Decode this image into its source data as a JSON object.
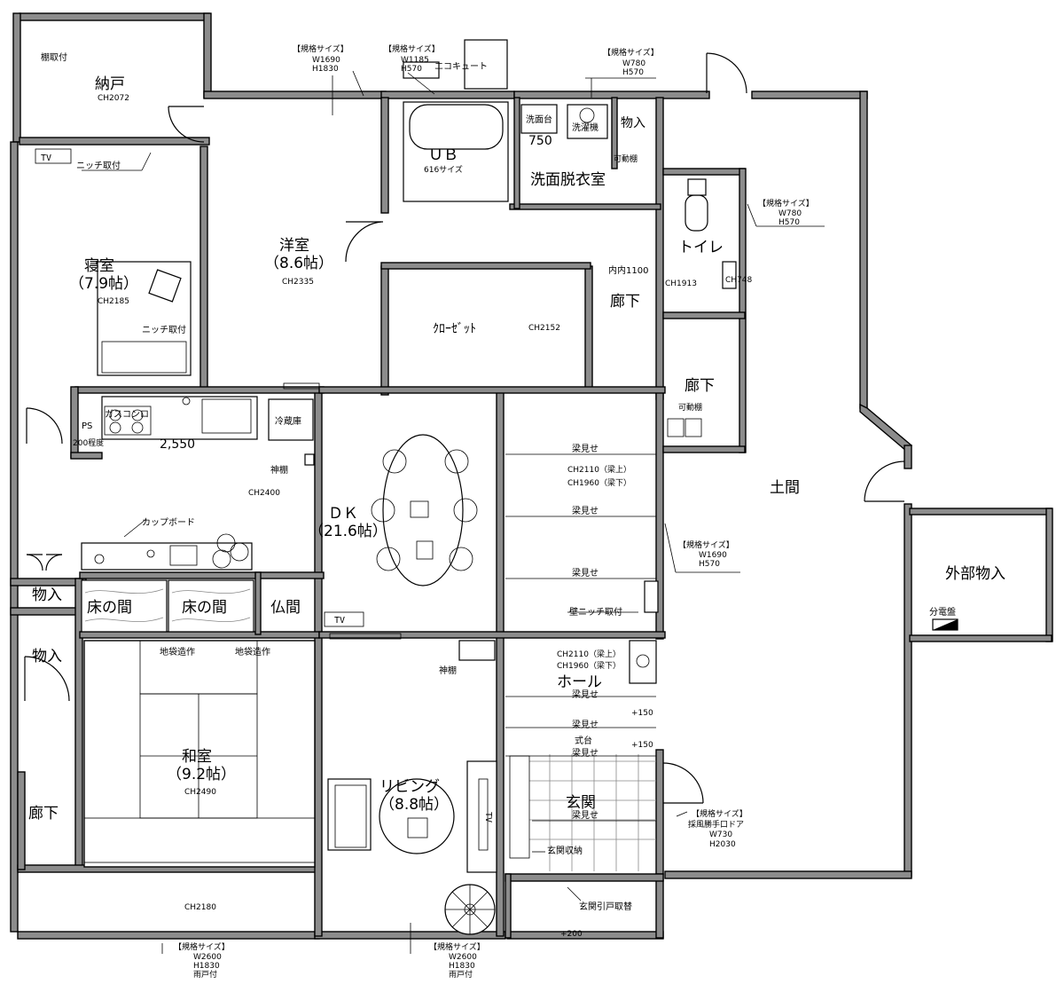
{
  "rooms": {
    "nando": "納戸",
    "nando_ch": "CH2072",
    "shindai": "寝室",
    "shindai_size": "（7.9帖）",
    "shindai_ch": "CH2185",
    "youshitsu": "洋室",
    "youshitsu_size": "（8.6帖）",
    "youshitsu_ch": "CH2335",
    "ub": "ＵＢ",
    "ub_size": "616サイズ",
    "senmen": "洗面脱衣室",
    "senmendai": "洗面台",
    "sentakuki": "洗濯機",
    "senmen_dim": "750",
    "monoire_top": "物入",
    "toilet": "トイレ",
    "closet": "ｸﾛｰｾﾞｯﾄ",
    "closet_ch": "CH2152",
    "rouka_1": "廊下",
    "rouka_2": "廊下",
    "rouka_3": "廊下",
    "dk": "ＤＫ",
    "dk_size": "（21.6帖）",
    "dk_ch": "CH2400",
    "doma": "土間",
    "gaibu_monoire": "外部物入",
    "monoire_1": "物入",
    "monoire_2": "物入",
    "tokonoma_1": "床の間",
    "tokonoma_2": "床の間",
    "butsuma": "仏間",
    "washitsu": "和室",
    "washitsu_size": "（9.2帖）",
    "washitsu_ch": "CH2490",
    "living": "リビング",
    "living_size": "（8.8帖）",
    "hall": "ホール",
    "genkan": "玄関",
    "rouka_ch": "CH2180"
  },
  "notes": {
    "tana_toritsuke": "棚取付",
    "niche_1": "ニッチ取付",
    "niche_2": "ニッチ取付",
    "tv_1": "TV",
    "tv_2": "TV",
    "tv_3": "TV",
    "ecocute": "エコキュート",
    "kado_dana_1": "可動棚",
    "kado_dana_2": "可動棚",
    "naiuchi": "内内1100",
    "ch1913": "CH1913",
    "ch748": "CH748",
    "gas_konro": "ガスコンロ",
    "reizouko": "冷蔵庫",
    "ps": "PS",
    "ps_size": "200程度",
    "kitchen_dim": "2,550",
    "kamidana_1": "神棚",
    "kamidana_2": "神棚",
    "cupboard": "カップボード",
    "hari_1": "梁見せ",
    "hari_2": "梁見せ",
    "hari_3": "梁見せ",
    "hari_4": "梁見せ",
    "hari_5": "梁見せ",
    "hari_6": "梁見せ",
    "hari_7": "梁見せ",
    "ch2110_a": "CH2110（梁上）",
    "ch1960_a": "CH1960（梁下）",
    "ch2110_b": "CH2110（梁上）",
    "ch1960_b": "CH1960（梁下）",
    "kabe_niche": "壁ニッチ取付",
    "bundenban": "分電盤",
    "jibukuro_1": "地袋造作",
    "jibukuro_2": "地袋造作",
    "shikidai": "式台",
    "plus150_a": "+150",
    "plus150_b": "+150",
    "genkan_shuno": "玄関収納",
    "genkan_hikido": "玄関引戸取替",
    "plus200": "+200"
  },
  "windows": {
    "w1": {
      "title": "【規格サイズ】",
      "l1": "W1690",
      "l2": "H1830"
    },
    "w2": {
      "title": "【規格サイズ】",
      "l1": "W1185",
      "l2": "H570"
    },
    "w3": {
      "title": "【規格サイズ】",
      "l1": "W780",
      "l2": "H570"
    },
    "w4": {
      "title": "【規格サイズ】",
      "l1": "W780",
      "l2": "H570"
    },
    "w5": {
      "title": "【規格サイズ】",
      "l1": "W1690",
      "l2": "H570"
    },
    "w6": {
      "title": "【規格サイズ】",
      "l1": "採風勝手口ドア",
      "l2": "W730",
      "l3": "H2030"
    },
    "w7": {
      "title": "【規格サイズ】",
      "l1": "W2600",
      "l2": "H1830",
      "l3": "雨戸付"
    },
    "w8": {
      "title": "【規格サイズ】",
      "l1": "W2600",
      "l2": "H1830",
      "l3": "雨戸付"
    }
  },
  "colors": {
    "wall": "#8c8c8c",
    "line": "#000000",
    "paper": "#ffffff"
  }
}
